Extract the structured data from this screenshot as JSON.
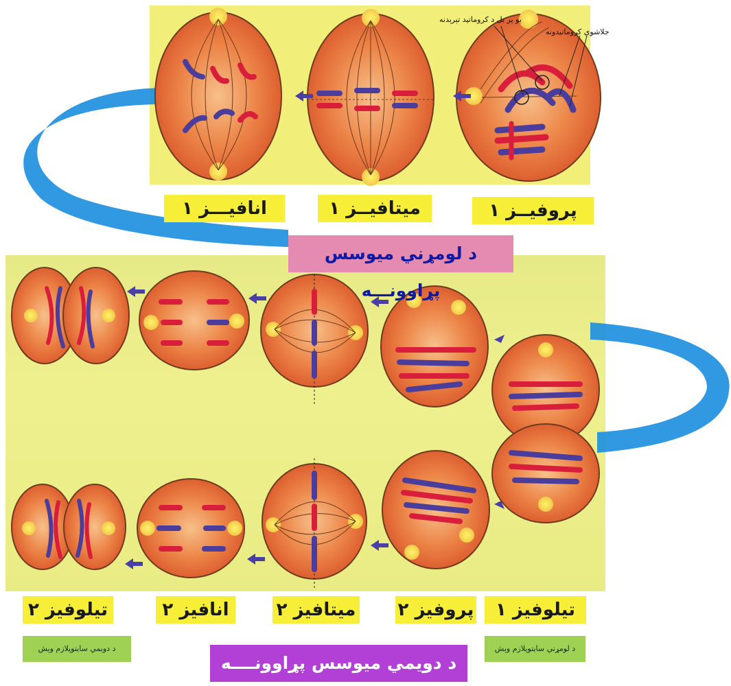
{
  "meiosis_one": {
    "heading": "د لومړني میوسس پړاوونـــه",
    "stages": {
      "prophase": "پروفیــز ۱",
      "metaphase": "میتافیــز ۱",
      "anaphase": "انافیـــز ۱"
    },
    "annotations": {
      "crossing_over": "یو پر بل د کروماتید تېرېدنه",
      "sister_chromatids": "جلاشوي کروماتیدونه"
    }
  },
  "meiosis_two": {
    "heading": "د دویمي میوسس پړاوونــــه",
    "stages": {
      "telophase_one": "تیلوفیز ۱",
      "prophase": "پروفیز ۲",
      "metaphase": "میتافیز ۲",
      "anaphase": "انافیز ۲",
      "telophase": "تیلوفیز ۲"
    },
    "notes": {
      "first_cytoplasm_division": "د لومړني سایتوپلازم وېش",
      "second_cytoplasm_division": "د دویمي سایتوپلازم وېش"
    }
  },
  "colors": {
    "panel_yellow": "#f1ef7a",
    "cell_orange": "#e8703a",
    "chromosome_red": "#d91e3c",
    "chromosome_blue": "#4b3d9c",
    "arrow_purple": "#4a3fa6",
    "ribbon_blue": "#1f8fe0",
    "label_yellow": "#f7ef37",
    "heading_pink": "#e58ab0",
    "heading_purple": "#b23fd6",
    "note_green": "#9fd155"
  }
}
